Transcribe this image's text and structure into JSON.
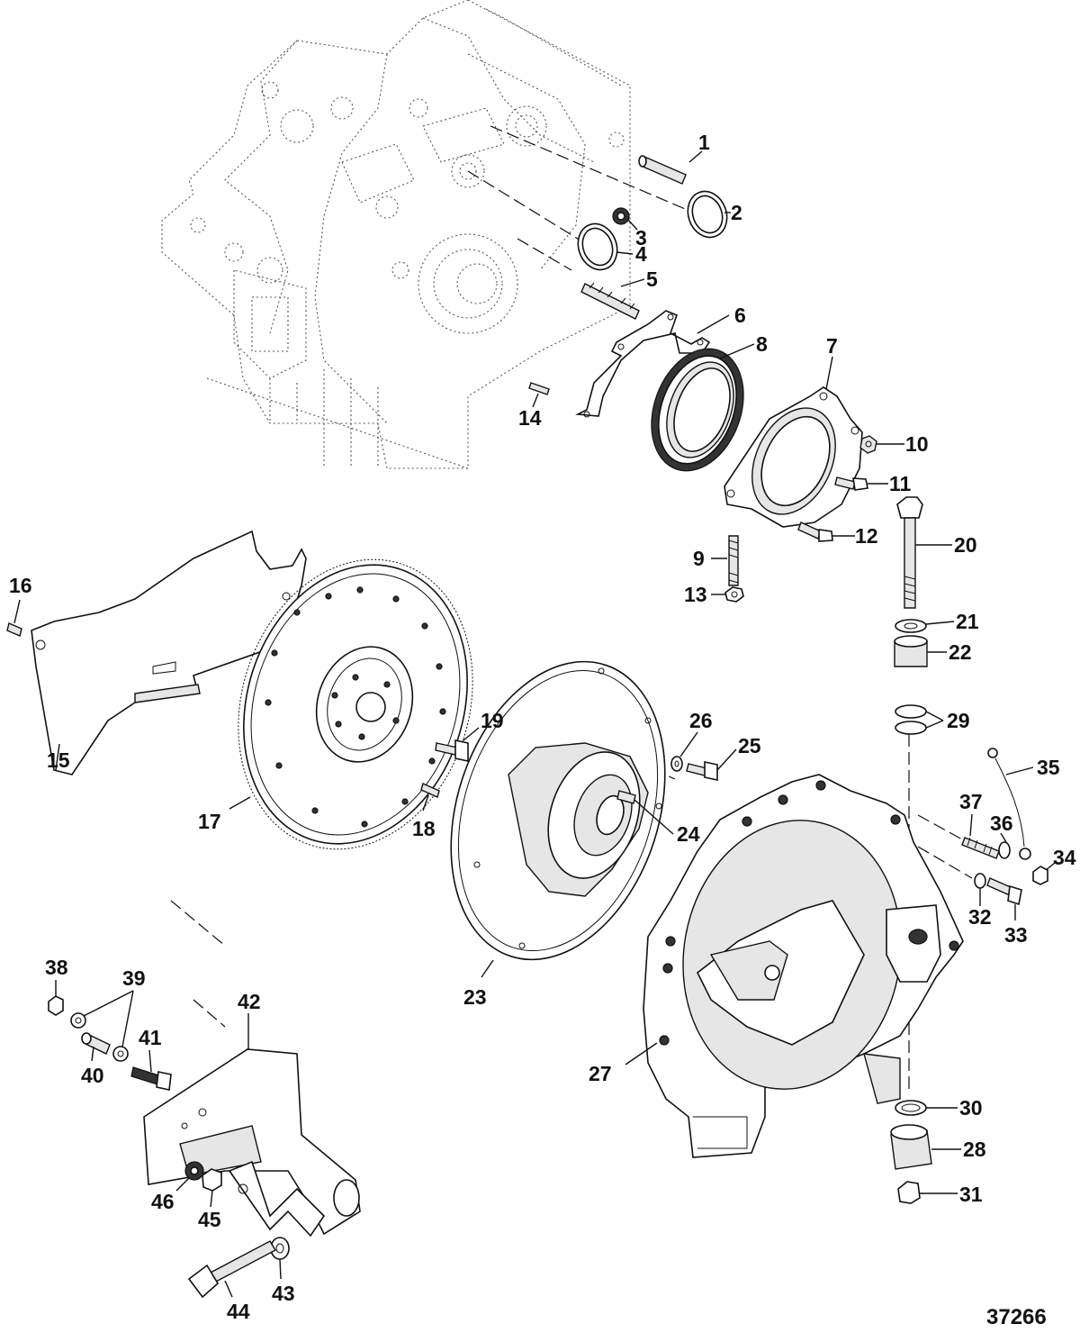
{
  "figure_number": "37266",
  "callouts": [
    "1",
    "2",
    "3",
    "4",
    "5",
    "6",
    "7",
    "8",
    "9",
    "10",
    "11",
    "12",
    "13",
    "14",
    "15",
    "16",
    "17",
    "18",
    "19",
    "20",
    "21",
    "22",
    "23",
    "24",
    "25",
    "26",
    "27",
    "28",
    "29",
    "30",
    "31",
    "32",
    "33",
    "34",
    "35",
    "36",
    "37",
    "38",
    "39",
    "40",
    "41",
    "42",
    "43",
    "44",
    "45",
    "46"
  ]
}
